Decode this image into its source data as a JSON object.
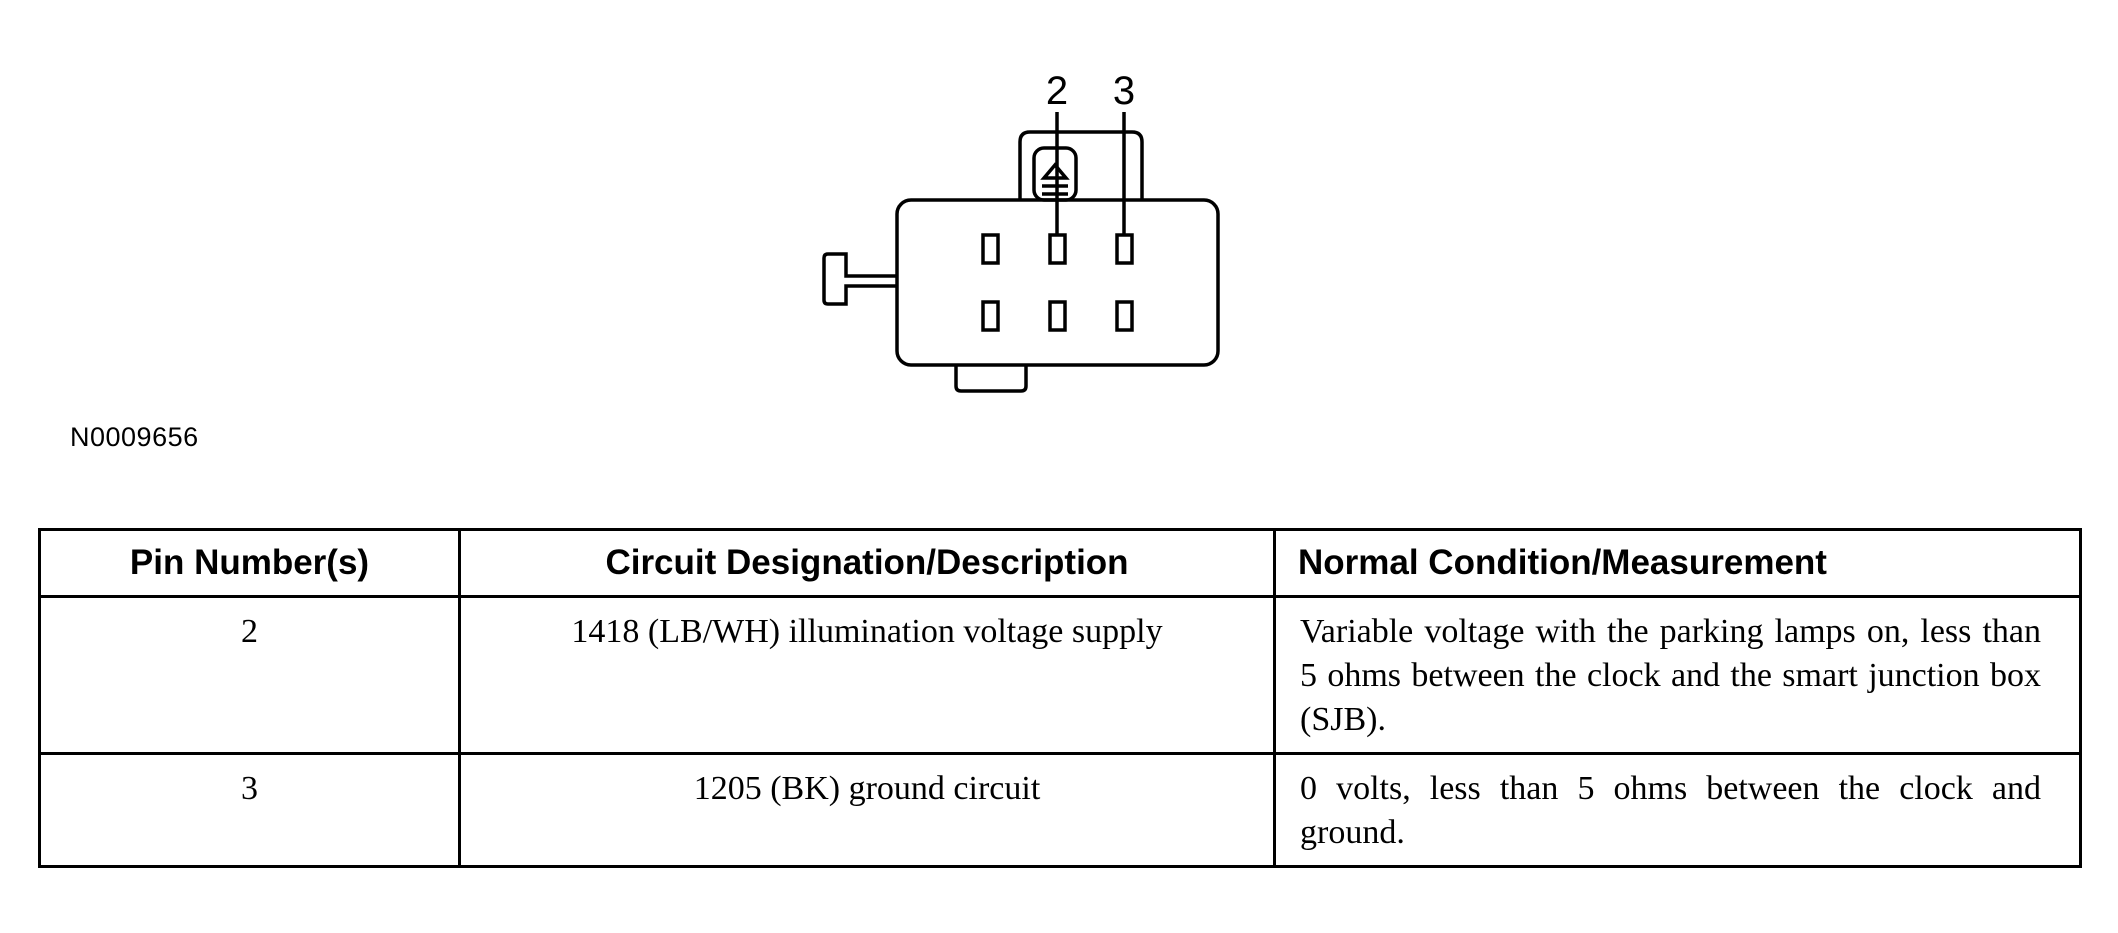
{
  "diagram": {
    "pin_labels": [
      "2",
      "3"
    ],
    "figure_id": "N0009656"
  },
  "table": {
    "headers": {
      "pin": "Pin Number(s)",
      "circuit": "Circuit Designation/Description",
      "normal": "Normal Condition/Measurement"
    },
    "rows": [
      {
        "pin": "2",
        "circuit": "1418 (LB/WH) illumination voltage supply",
        "normal": "Variable voltage with the parking lamps on, less than 5 ohms between the clock and the smart junction box (SJB)."
      },
      {
        "pin": "3",
        "circuit": "1205 (BK) ground circuit",
        "normal": "0 volts, less than 5 ohms between the clock and ground."
      }
    ]
  }
}
